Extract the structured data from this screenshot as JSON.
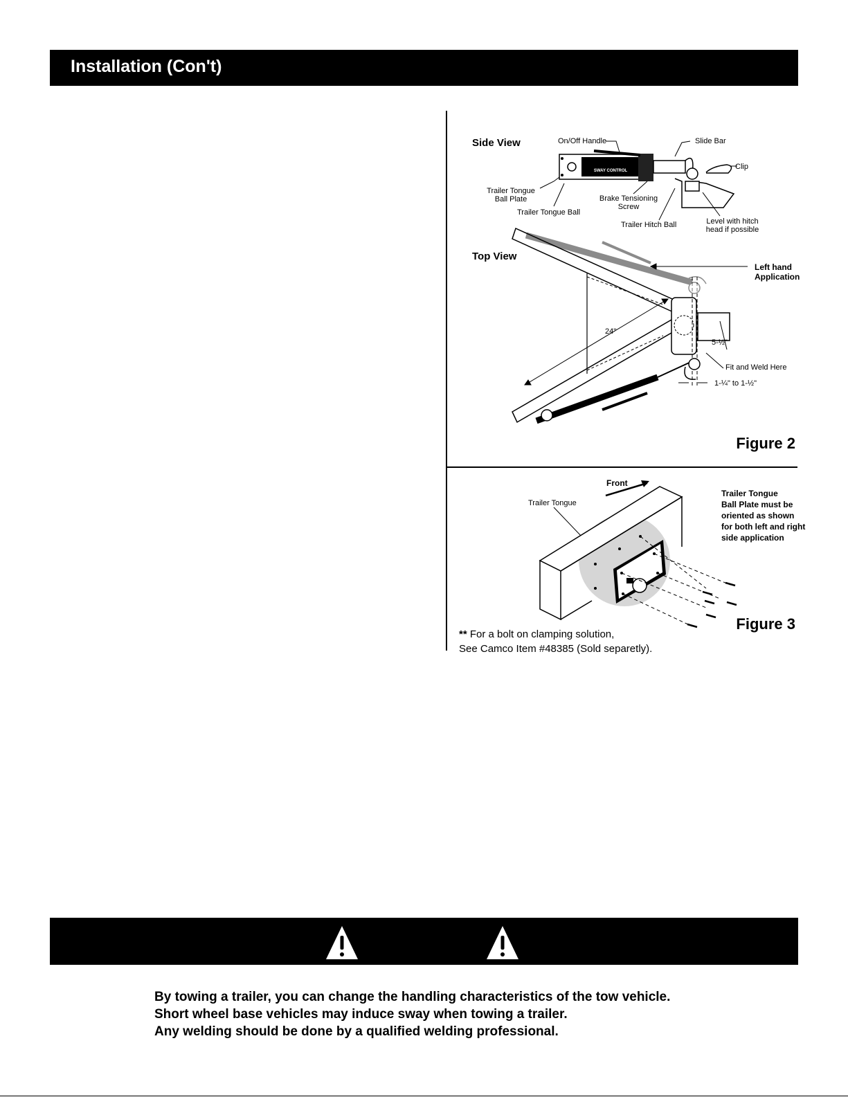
{
  "header": {
    "title": "Installation (Con't)"
  },
  "figure2": {
    "side_view_title": "Side View",
    "top_view_title": "Top View",
    "labels": {
      "on_off_handle": "On/Off Handle",
      "slide_bar": "Slide Bar",
      "clip": "Clip",
      "ball_plate_1": "Trailer Tongue",
      "ball_plate_2": "Ball Plate",
      "tongue_ball": "Trailer Tongue Ball",
      "brake_screw_1": "Brake Tensioning",
      "brake_screw_2": "Screw",
      "hitch_ball": "Trailer Hitch Ball",
      "level_1": "Level with hitch",
      "level_2": "head if possible",
      "left_hand_1": "Left hand",
      "left_hand_2": "Application",
      "dim_24": "24\"",
      "dim_5half": "5-½\"",
      "fit_weld": "Fit and Weld Here",
      "dim_range": "1-¼\" to 1-½\"",
      "device_text": "SWAY CONTROL"
    },
    "caption": "Figure 2"
  },
  "figure3": {
    "front": "Front",
    "trailer_tongue": "Trailer Tongue",
    "note": [
      "Trailer Tongue",
      "Ball Plate must be",
      "oriented as shown",
      "for both left and right",
      "side application"
    ],
    "caption": "Figure 3"
  },
  "footnote": {
    "stars": "**",
    "line1": " For a bolt on clamping solution,",
    "line2": "See Camco Item #48385 (Sold separetly)."
  },
  "warning": {
    "lines": [
      "By towing a trailer, you can change the handling characteristics of the tow vehicle.",
      "Short wheel base vehicles may induce sway when towing a trailer.",
      "Any welding should be done by a qualified welding professional."
    ]
  },
  "icons": {
    "warning": "warning-triangle-icon"
  }
}
